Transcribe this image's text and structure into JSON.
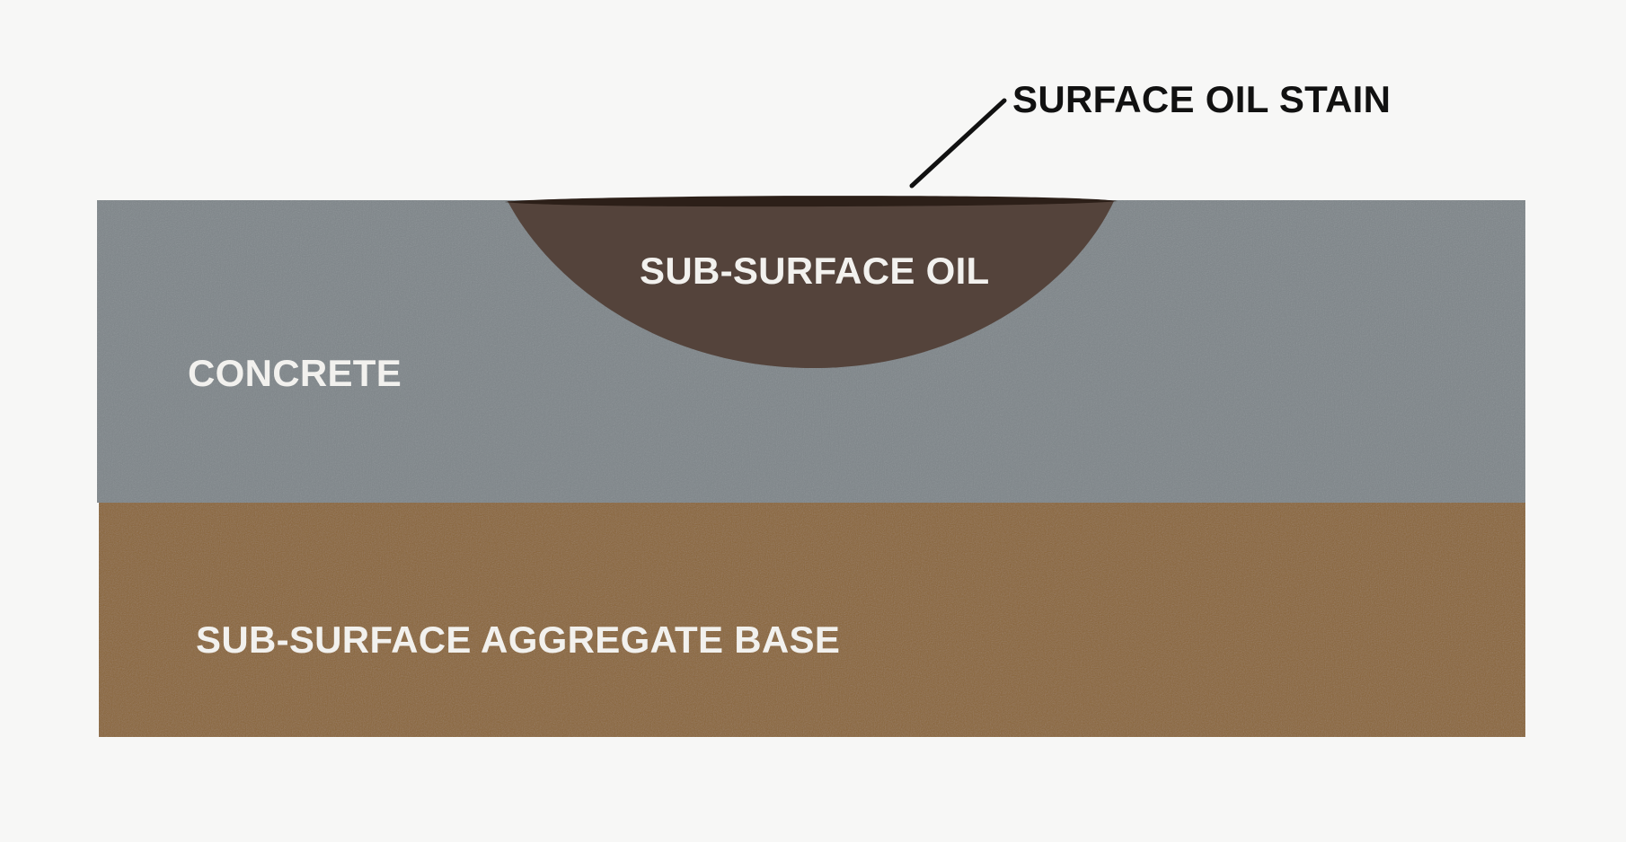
{
  "labels": {
    "surface_oil_stain": "SURFACE OIL STAIN",
    "sub_surface_oil": "SUB-SURFACE OIL",
    "concrete": "CONCRETE",
    "aggregate_base": "SUB-SURFACE AGGREGATE BASE"
  },
  "colors": {
    "background": "#f7f7f6",
    "concrete": "#7e8589",
    "aggregate_base": "#8a6535",
    "sub_surface_oil": "#54433b",
    "surface_oil_stain": "#2c1f18",
    "leader_line": "#111111",
    "light_text": "#f2f1ee",
    "dark_text": "#111111"
  }
}
